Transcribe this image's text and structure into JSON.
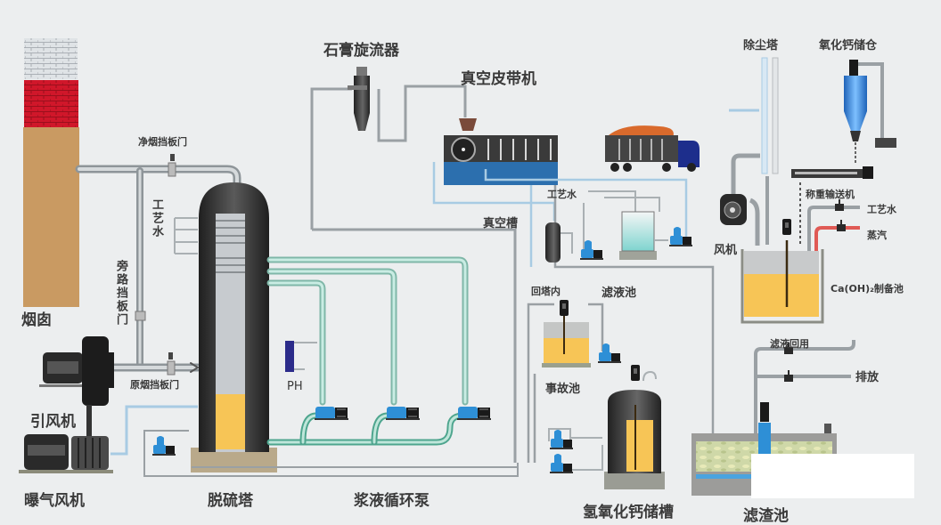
{
  "title": "石灰石-石膏湿法脱硫工艺流程",
  "colors": {
    "background": "#eceeef",
    "pipe_gray": "#9aa0a4",
    "pipe_water": "#a8cbe3",
    "pipe_slurry": "#8fd0c0",
    "pump_blue": "#2e8fd6",
    "slurry_yellow": "#f7c556",
    "tower_dark": "#2d2d2d",
    "chimney_brick": "#c99a62",
    "chimney_red": "#d0172a",
    "steam_red": "#e05a55",
    "truck_blue": "#1d2e8c",
    "belt_blue": "#2c6fae",
    "silo_blue": "#3b8fe0"
  },
  "labels": {
    "chimney": "烟囱",
    "clean_flue_damper": "净烟挡板门",
    "process_water_left": "工艺水",
    "bypass_damper": "旁路挡板门",
    "raw_flue_damper": "原烟挡板门",
    "induced_fan": "引风机",
    "aeration_fan": "曝气风机",
    "desulfurization_tower": "脱硫塔",
    "ph": "PH",
    "slurry_circulation_pump": "浆液循环泵",
    "gypsum_cyclone": "石膏旋流器",
    "vacuum_belt": "真空皮带机",
    "vacuum_tank": "真空槽",
    "process_water_mid": "工艺水",
    "filtrate_tank": "滤液池",
    "return_tower": "回塔内",
    "accident_tank": "事故池",
    "lime_slurry_tank": "氢氧化钙储槽",
    "dust_tower": "除尘塔",
    "cao_silo": "氧化钙储仓",
    "weigh_conveyor": "称重输送机",
    "process_water_right": "工艺水",
    "steam": "蒸汽",
    "fan": "风机",
    "caoh2_tank": "Ca(OH)₂制备池",
    "filtrate_reuse": "滤液回用",
    "discharge": "排放",
    "sludge_tank": "滤渣池"
  }
}
